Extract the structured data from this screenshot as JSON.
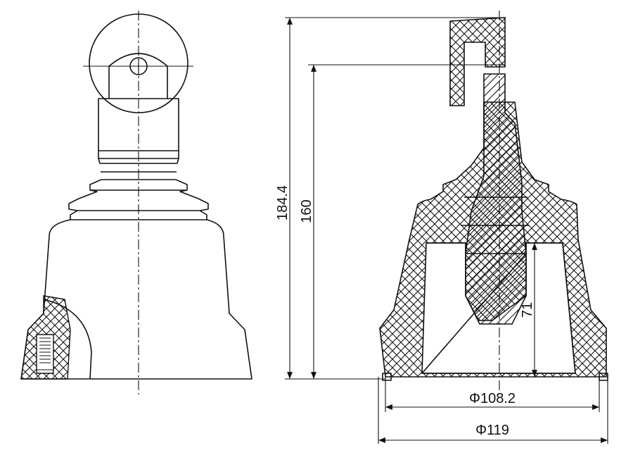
{
  "drawing": {
    "dimensions": {
      "overall_height": "184.4",
      "height_to_pin": "160",
      "inner_height": "71",
      "inner_diameter": "Φ108.2",
      "outer_diameter": "Φ119"
    }
  }
}
